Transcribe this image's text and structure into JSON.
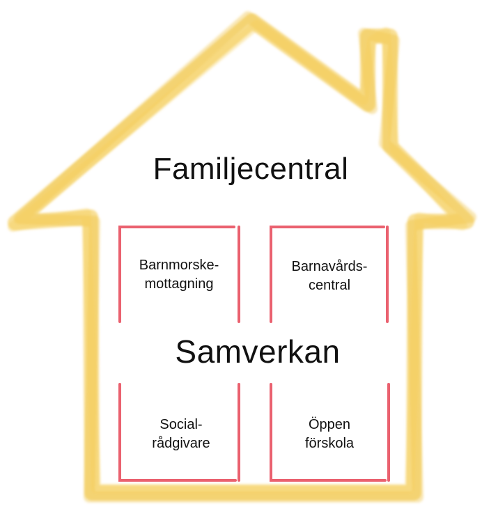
{
  "title": "Familjecentral",
  "center": "Samverkan",
  "rooms": [
    {
      "line1": "Barnmorske-",
      "line2": "mottagning"
    },
    {
      "line1": "Barnavårds-",
      "line2": "central"
    },
    {
      "line1": "Social-",
      "line2": "rådgivare"
    },
    {
      "line1": "Öppen",
      "line2": "förskola"
    }
  ],
  "colors": {
    "house_outline": "#f0c23a",
    "room_outline": "#e8505f",
    "background": "#ffffff",
    "text": "#111111"
  }
}
